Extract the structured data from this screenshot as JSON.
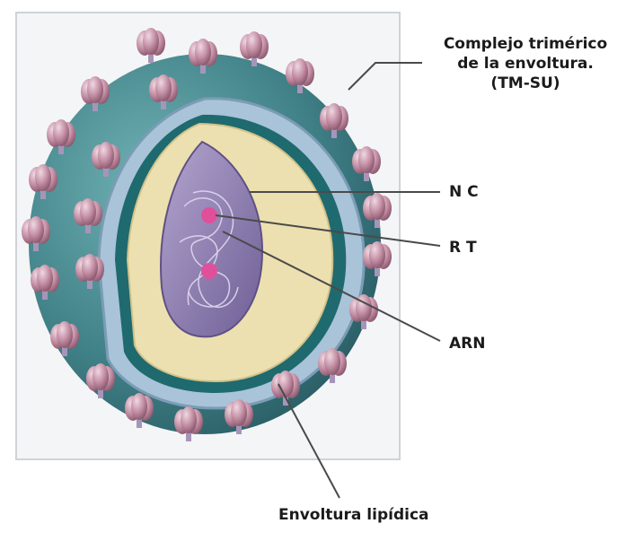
{
  "labels": {
    "complex_line1": "Complejo trimérico",
    "complex_line2": "de la envoltura.",
    "complex_line3": "(TM-SU)",
    "nc": "N C",
    "rt": "R T",
    "arn": "ARN",
    "envelope": "Envoltura lipídica"
  },
  "colors": {
    "envelope_teal": "#3f7f86",
    "membrane_blue": "#a9c3d8",
    "capsid_cream": "#ece0b0",
    "core_purple": "#8f7fb0",
    "spike_pink": "#b77d93",
    "rt_magenta": "#e0509a"
  }
}
